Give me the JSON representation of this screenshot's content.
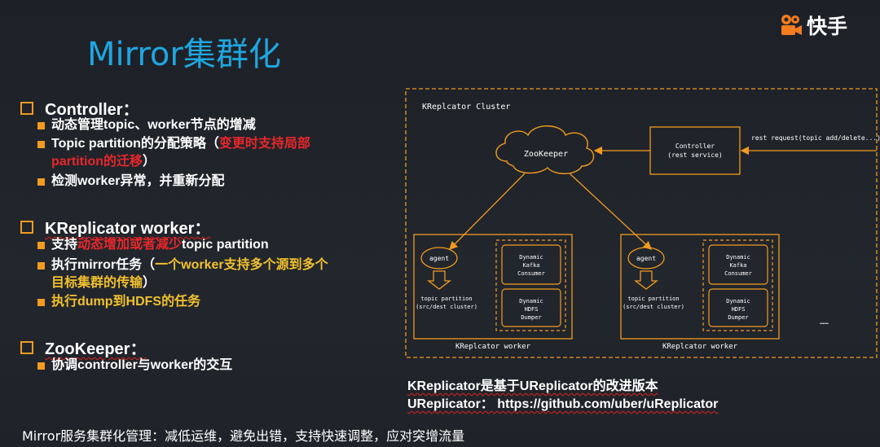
{
  "title": "Mirror集群化",
  "logo": {
    "text": "快手",
    "icon": "kuaishou-logo-icon",
    "color": "#f57c1f"
  },
  "sections": [
    {
      "heading": "Controller：",
      "bullets": [
        {
          "text": "动态管理topic、worker节点的增减"
        },
        {
          "pre": "Topic partition的分配策略（",
          "highlight": "变更时支持局部",
          "line2_highlight": "partition的迁移",
          "post": "）"
        },
        {
          "text": "检测worker异常，并重新分配"
        }
      ]
    },
    {
      "heading": "KReplicator worker：",
      "bullets": [
        {
          "pre": "支持",
          "highlight": "动态增加或者减少",
          "post": "topic partition"
        },
        {
          "pre": "执行mirror任务（",
          "highlight": "一个worker支持多个源到多个",
          "line2_highlight": "目标集群的传输",
          "post": "）"
        },
        {
          "highlight": "执行dump到HDFS的任务"
        }
      ]
    },
    {
      "heading": "ZooKeeper：",
      "bullets": [
        {
          "text": "协调controller与worker的交互"
        }
      ]
    }
  ],
  "diagram": {
    "cluster_label": "KReplcator Cluster",
    "zookeeper": "ZooKeeper",
    "controller_line1": "Controller",
    "controller_line2": "(rest service)",
    "rest_request": "rest request(topic add/delete...)",
    "worker_label": "KReplcator worker",
    "agent": "agent",
    "partition_line1": "topic partition",
    "partition_line2": "(src/dest cluster)",
    "consumer": [
      "Dynamic",
      "Kafka",
      "Consumer"
    ],
    "dumper": [
      "Dynamic",
      "HDFS",
      "Dumper"
    ],
    "ellipsis": "……",
    "accent_color": "#f29b21"
  },
  "notes": {
    "line1": "KReplicator是基于UReplicator的改进版本",
    "line2": "UReplicator： https://github.com/uber/uReplicator"
  },
  "footer": "Mirror服务集群化管理：减低运维，避免出错，支持快速调整，应对突增流量"
}
